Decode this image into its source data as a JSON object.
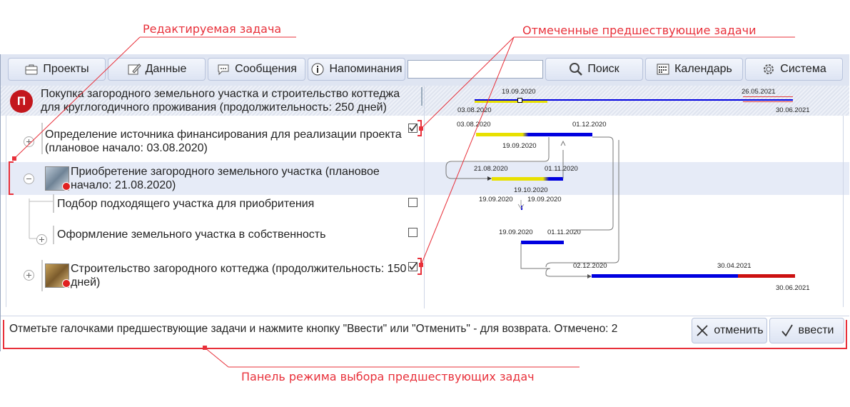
{
  "annotations": {
    "edited_task": "Редактируемая задача",
    "marked_predecessors": "Отмеченные предшествующие задачи",
    "selection_panel": "Панель режима выбора предшествующих задач"
  },
  "toolbar": {
    "projects": "Проекты",
    "data": "Данные",
    "messages": "Сообщения",
    "reminders": "Напоминания",
    "search_value": "",
    "search_button": "Поиск",
    "calendar": "Календарь",
    "system": "Система"
  },
  "project": {
    "icon_letter": "П",
    "title_line1": "Покупка загородного земельного участка и строительство коттеджа",
    "title_line2": "для круглогодичного проживания (продолжительность: 250 дней)",
    "dates": {
      "d1": "19.09.2020",
      "d2": "26.05.2021",
      "start": "03.08.2020",
      "end": "30.06.2021"
    }
  },
  "tasks": [
    {
      "line1": "Определение источника финансирования для реализации проекта",
      "line2": "(плановое начало: 03.08.2020)",
      "checked": true,
      "dates": {
        "start": "03.08.2020",
        "end": "01.12.2020",
        "mid": "19.09.2020"
      }
    },
    {
      "line1": "Приобретение загородного земельного участка (плановое",
      "line2": "начало: 21.08.2020)",
      "checked": false,
      "dates": {
        "start": "21.08.2020",
        "end": "01.11.2020",
        "mid": "19.10.2020"
      }
    },
    {
      "line1": "Подбор подходящего участка для приобритения",
      "checked": false,
      "dates": {
        "start": "19.09.2020",
        "end": "19.09.2020"
      }
    },
    {
      "line1": "Оформление земельного участка в собственность",
      "checked": false,
      "dates": {
        "start": "19.09.2020",
        "end": "01.11.2020"
      }
    },
    {
      "line1": "Строительство загородного коттеджа (продолжительность: 150",
      "line2": "дней)",
      "checked": true,
      "dates": {
        "start": "02.12.2020",
        "mid": "30.04.2021",
        "end": "30.06.2021"
      }
    }
  ],
  "status_panel": {
    "message": "Отметьте галочками предшествующие задачи и нажмите кнопку \"Ввести\" или \"Отменить\" - для возврата. Отмечено: 2",
    "cancel": "отменить",
    "enter": "ввести"
  },
  "colors": {
    "accent": "#e8303a",
    "bar_blue": "#0000e0",
    "bar_yellow": "#e8e000",
    "bar_red": "#cc1010",
    "selected_row": "#e6ebf7",
    "toolbar": "#dfe5f2"
  }
}
